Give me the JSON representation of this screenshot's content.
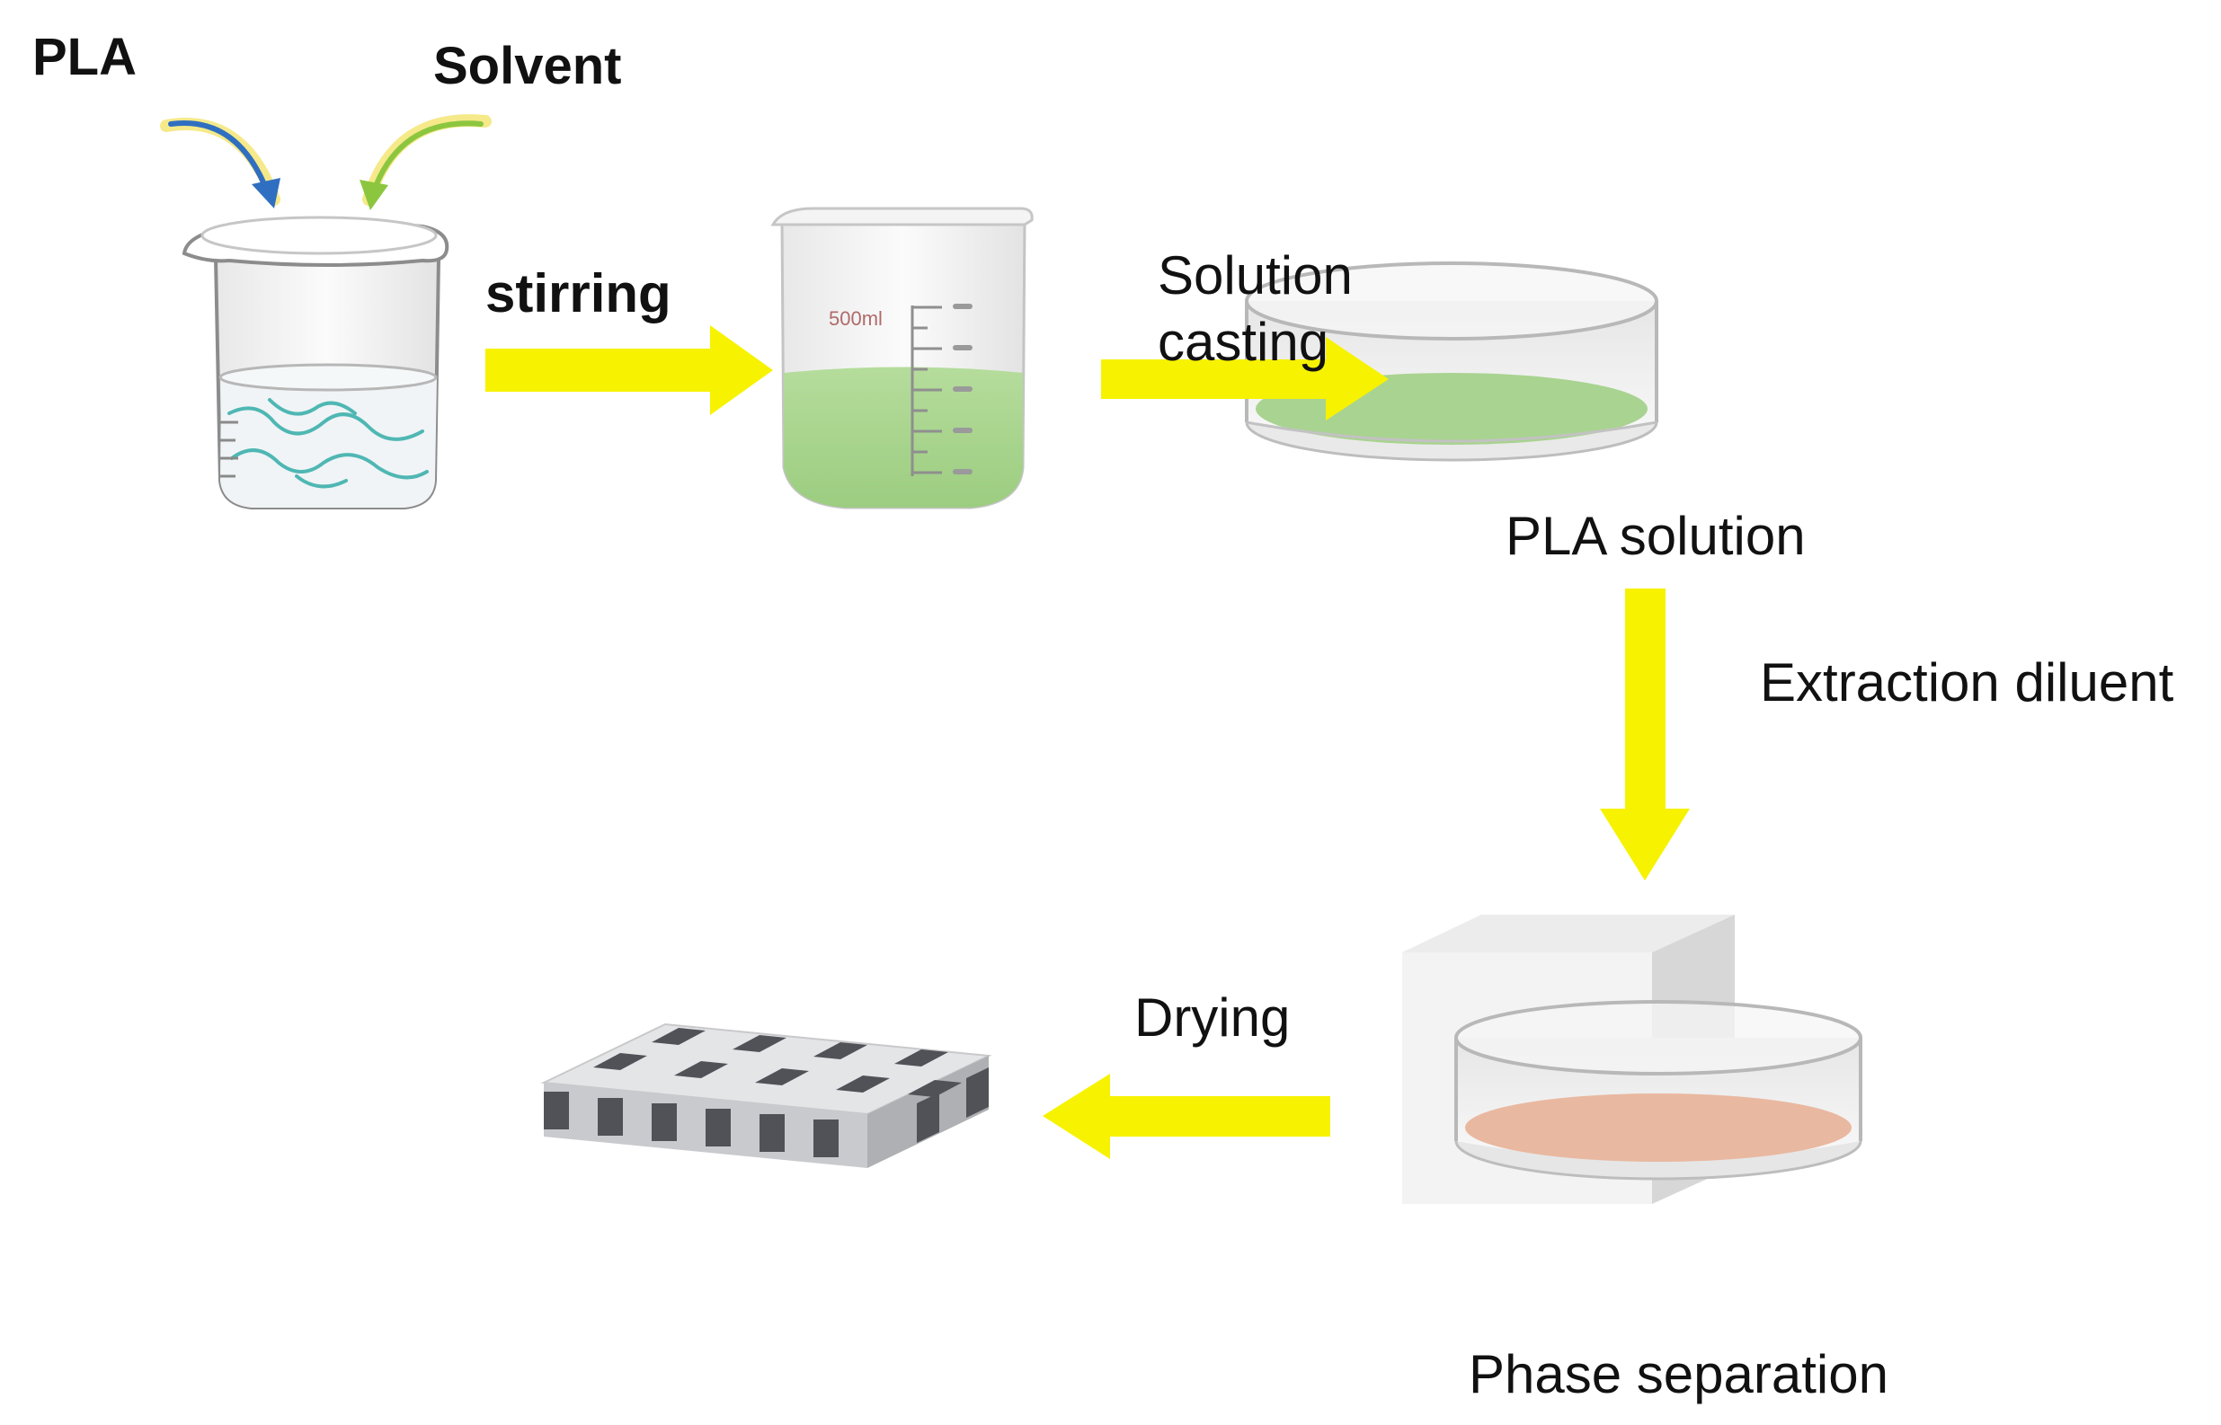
{
  "labels": {
    "pla": "PLA",
    "solvent": "Solvent",
    "stirring": "stirring",
    "solution_casting_1": "Solution",
    "solution_casting_2": "casting",
    "pla_solution": "PLA solution",
    "extraction_diluent": "Extraction diluent",
    "drying": "Drying",
    "phase_separation": "Phase separation"
  },
  "beaker_scale": "500ml",
  "colors": {
    "arrow": "#f7f200",
    "green_liquid": "#a8d58c",
    "pink_film": "#e9b8a0",
    "glass_outline": "#8c8c8c",
    "box_face": "#f3f3f3",
    "box_side": "#d6d6d6",
    "fiber": "#4fb7b3",
    "scaffold_dark": "#505258",
    "scaffold_light": "#e4e5e7"
  }
}
